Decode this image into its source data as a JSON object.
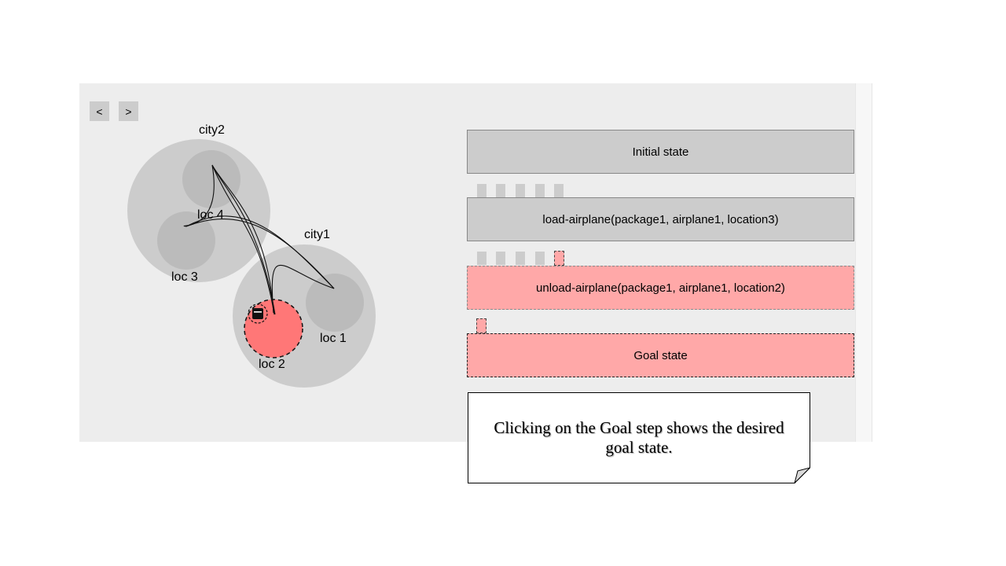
{
  "nav": {
    "prev_label": "<",
    "next_label": ">"
  },
  "map": {
    "cities": [
      {
        "name": "city2",
        "locations": [
          "loc 4",
          "loc 3"
        ]
      },
      {
        "name": "city1",
        "locations": [
          "loc 1",
          "loc 2"
        ]
      }
    ],
    "highlighted_location": "loc 2",
    "colors": {
      "city": "#cccccc",
      "location": "#bbbbbb",
      "highlight": "#ff7777"
    }
  },
  "steps": [
    {
      "label": "Initial state",
      "state": "done"
    },
    {
      "label": "load-airplane(package1, airplane1, location3)",
      "state": "done"
    },
    {
      "label": "unload-airplane(package1, airplane1, location2)",
      "state": "active"
    },
    {
      "label": "Goal state",
      "state": "goal"
    }
  ],
  "colors": {
    "done": "#cccccc",
    "active": "#ffa8a8",
    "panel": "#ededed"
  },
  "callout": {
    "text": "Clicking on the Goal step shows the desired goal state."
  }
}
